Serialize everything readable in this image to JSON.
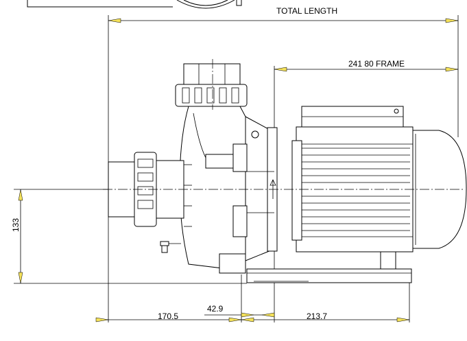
{
  "dimensions": {
    "total_length": "TOTAL LENGTH",
    "frame": "241  80 FRAME",
    "height": "133",
    "offset": "42.9",
    "left_span": "170.5",
    "right_span": "213.7"
  },
  "colors": {
    "arrow_fill": "#f4e15a",
    "line": "#000000",
    "background": "#ffffff"
  }
}
